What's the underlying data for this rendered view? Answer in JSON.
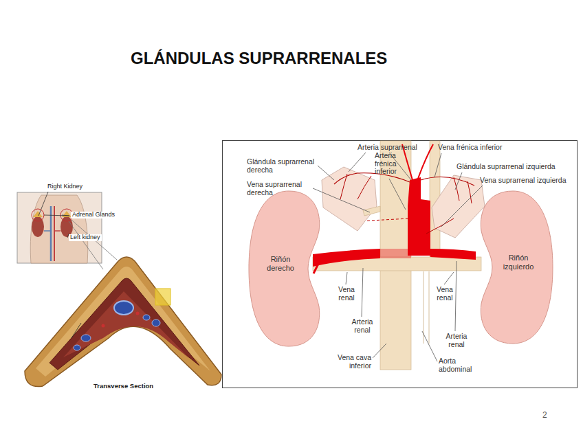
{
  "diagram": {
    "title": "GLÁNDULAS SUPRARRENALES",
    "nodes": [
      {
        "text": [
          "Riñón derecho"
        ]
      },
      {
        "text": [
          "Riñón izquierdo"
        ]
      }
    ],
    "labels": [
      "Right Kidney",
      "Adrenal Glands",
      "Left kidney",
      "Transverse Section",
      "Arteria suprarrenal",
      "Vena frénica inferior",
      "Glándula suprarrenal derecha",
      "Arteria frénica inferior",
      "Glándula suprarrenal izquierda",
      "Vena suprarrenal derecha",
      "Vena suprarrenal izquierda",
      "Vena renal",
      "Vena renal",
      "Arteria renal",
      "Arteria renal",
      "Vena cava inferior",
      "Aorta abdominal",
      "2"
    ]
  }
}
